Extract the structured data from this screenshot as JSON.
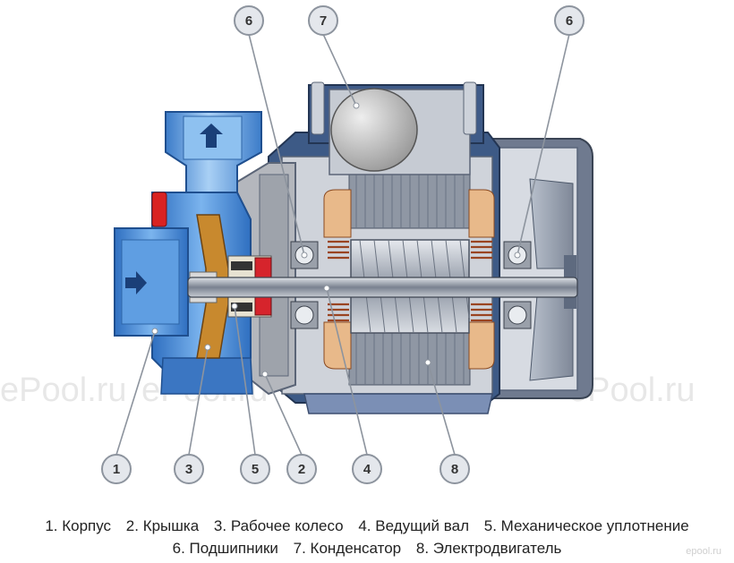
{
  "watermark": "ePool.ru",
  "corner_logo": "epool.ru",
  "callouts": [
    "6",
    "7",
    "6",
    "1",
    "3",
    "5",
    "2",
    "4",
    "8"
  ],
  "legend": {
    "items": [
      "1. Корпус",
      "2. Крышка",
      "3. Рабочее колесо",
      "4. Ведущий вал",
      "5. Механическое уплотнение",
      "6. Подшипники",
      "7. Конденсатор",
      "8. Электродвигатель"
    ]
  },
  "colors": {
    "pump_housing": "#4a8fd6",
    "motor_body": "#9aa3b5",
    "cover": "#b7b9bd",
    "impeller": "#c8892e",
    "winding_copper": "#b5522e",
    "rotor": "#c9ced6",
    "callout_fill": "#e4e7ec",
    "callout_stroke": "#8d949e"
  }
}
